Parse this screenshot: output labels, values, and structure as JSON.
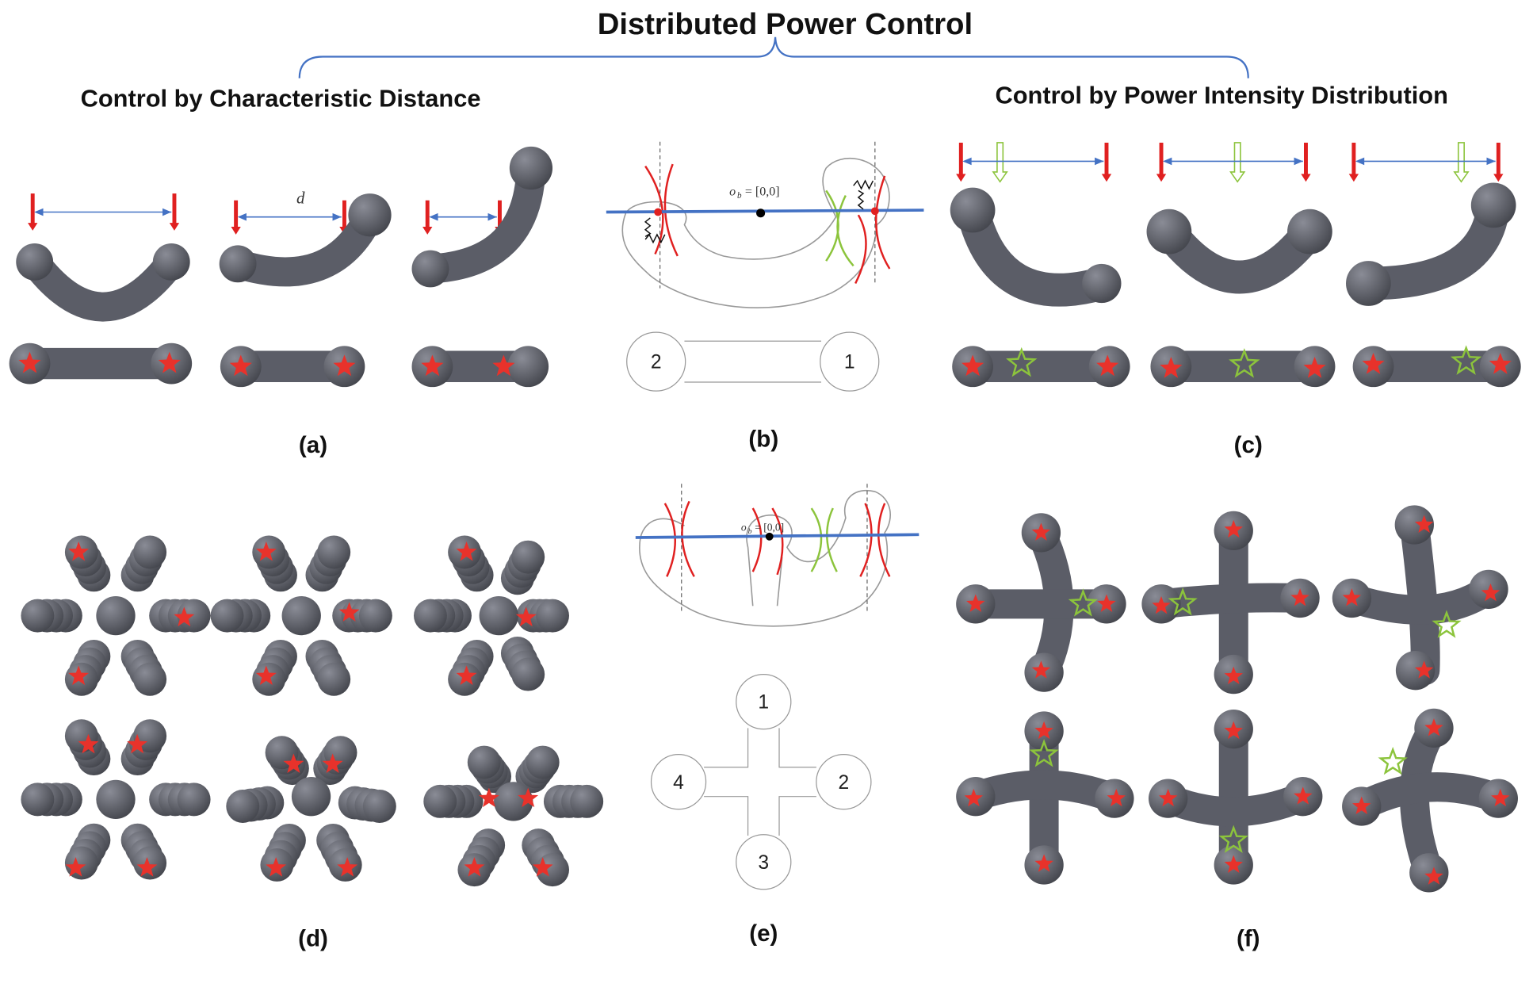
{
  "title": "Distributed Power Control",
  "left_heading": "Control by Characteristic Distance",
  "right_heading": "Control by Power Intensity Distribution",
  "panels": {
    "a": "(a)",
    "b": "(b)",
    "c": "(c)",
    "d": "(d)",
    "e": "(e)",
    "f": "(f)"
  },
  "distance_label": "d",
  "origin_label": {
    "symbol": "o",
    "subscript": "b",
    "value": "= [0,0]"
  },
  "modules_b": [
    "2",
    "1"
  ],
  "modules_e": [
    "1",
    "2",
    "3",
    "4"
  ],
  "colors": {
    "tube": "#5b5d67",
    "star": "#e8322b",
    "target": "#8cc43c",
    "axis": "#4472c4",
    "arrow": "#e02020"
  }
}
